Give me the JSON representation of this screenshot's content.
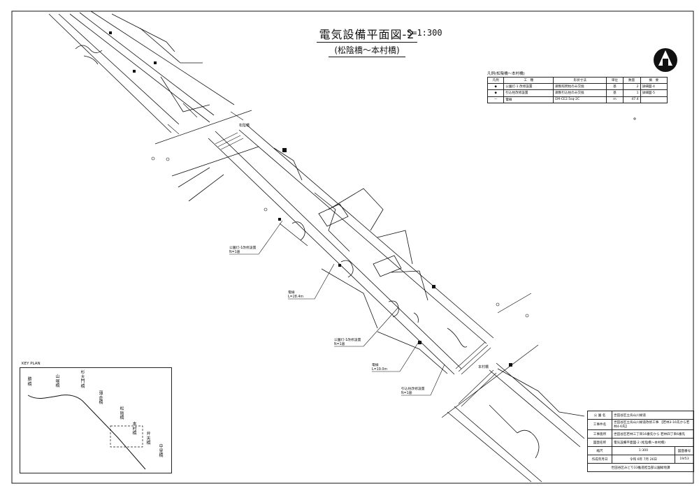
{
  "drawing": {
    "title": "電気設備平面図-2",
    "scale_label": "S=1:300",
    "subtitle": "(松陰橋～本村橋)"
  },
  "legend": {
    "caption": "凡例(松陰橋～本村橋)",
    "headers": [
      "凡例",
      "工　種",
      "形状寸法",
      "単位",
      "数量",
      "摘　要"
    ],
    "rows": [
      {
        "symbol": "◆",
        "name": "公園灯-1 改修設置",
        "spec": "鋼製照明柱のみ交換",
        "unit": "基",
        "qty": "2",
        "note": "詳細図-4"
      },
      {
        "symbol": "◆",
        "name": "引込柱改修設置",
        "spec": "鋼製引込柱のみ交換",
        "unit": "基",
        "qty": "1",
        "note": "詳細図-5"
      },
      {
        "symbol": "—",
        "name": "電線",
        "spec": "EM-CE2.5sq-2C",
        "unit": "m",
        "qty": "47.4",
        "note": ""
      }
    ]
  },
  "places": {
    "shoin": "松陰橋",
    "motomura": "本村橋"
  },
  "callouts": [
    {
      "l1": "公園灯-1改修設置",
      "l2": "N=1基"
    },
    {
      "l1": "電線",
      "l2": "L=28.4m"
    },
    {
      "l1": "公園灯-1改修設置",
      "l2": "N=1基"
    },
    {
      "l1": "電線",
      "l2": "L=19.0m"
    },
    {
      "l1": "引込柱改修設置",
      "l2": "N=1基"
    }
  ],
  "key_plan": {
    "title": "KEY PLAN",
    "bridges": [
      "勝橋",
      "山塚橋",
      "杉大門橋",
      "薄倉橋",
      "松陰橋",
      "本村橋",
      "弁天橋",
      "中里橋"
    ]
  },
  "title_block": {
    "rows": [
      {
        "k": "公 園 名",
        "v": "世田谷区立烏山川緑道"
      },
      {
        "k": "工事件名",
        "v": "世田谷区立烏山川緑道改修工事 【若林3-16先から若林4-6先】"
      },
      {
        "k": "工事箇所",
        "v": "世田谷区若林三丁目16番先から 若林四丁目6番先"
      },
      {
        "k": "図面名称",
        "v": "電気設備平面図-2 (松陰橋～本村橋)"
      }
    ],
    "scale_key": "縮尺",
    "scale_value": "1:300",
    "drawing_no_key": "図面番号",
    "date_key": "作成年月日",
    "date_value": "令和 6年 7月 26日",
    "sheet_no": "19",
    "sheet_total": "53",
    "dept": "世田谷区みどり33推進担当部公園緑地課"
  }
}
